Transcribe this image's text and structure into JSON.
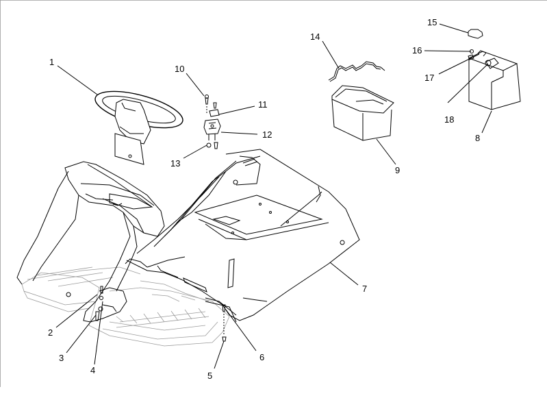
{
  "callouts": [
    {
      "id": "p1",
      "label": "1"
    },
    {
      "id": "p2",
      "label": "2"
    },
    {
      "id": "p3",
      "label": "3"
    },
    {
      "id": "p4",
      "label": "4"
    },
    {
      "id": "p5",
      "label": "5"
    },
    {
      "id": "p6",
      "label": "6"
    },
    {
      "id": "p7",
      "label": "7"
    },
    {
      "id": "p8",
      "label": "8"
    },
    {
      "id": "p9",
      "label": "9"
    },
    {
      "id": "p10",
      "label": "10"
    },
    {
      "id": "p11",
      "label": "11"
    },
    {
      "id": "p12",
      "label": "12"
    },
    {
      "id": "p13",
      "label": "13"
    },
    {
      "id": "p14",
      "label": "14"
    },
    {
      "id": "p15",
      "label": "15"
    },
    {
      "id": "p16",
      "label": "16"
    },
    {
      "id": "p17",
      "label": "17"
    },
    {
      "id": "p18",
      "label": "18"
    }
  ]
}
